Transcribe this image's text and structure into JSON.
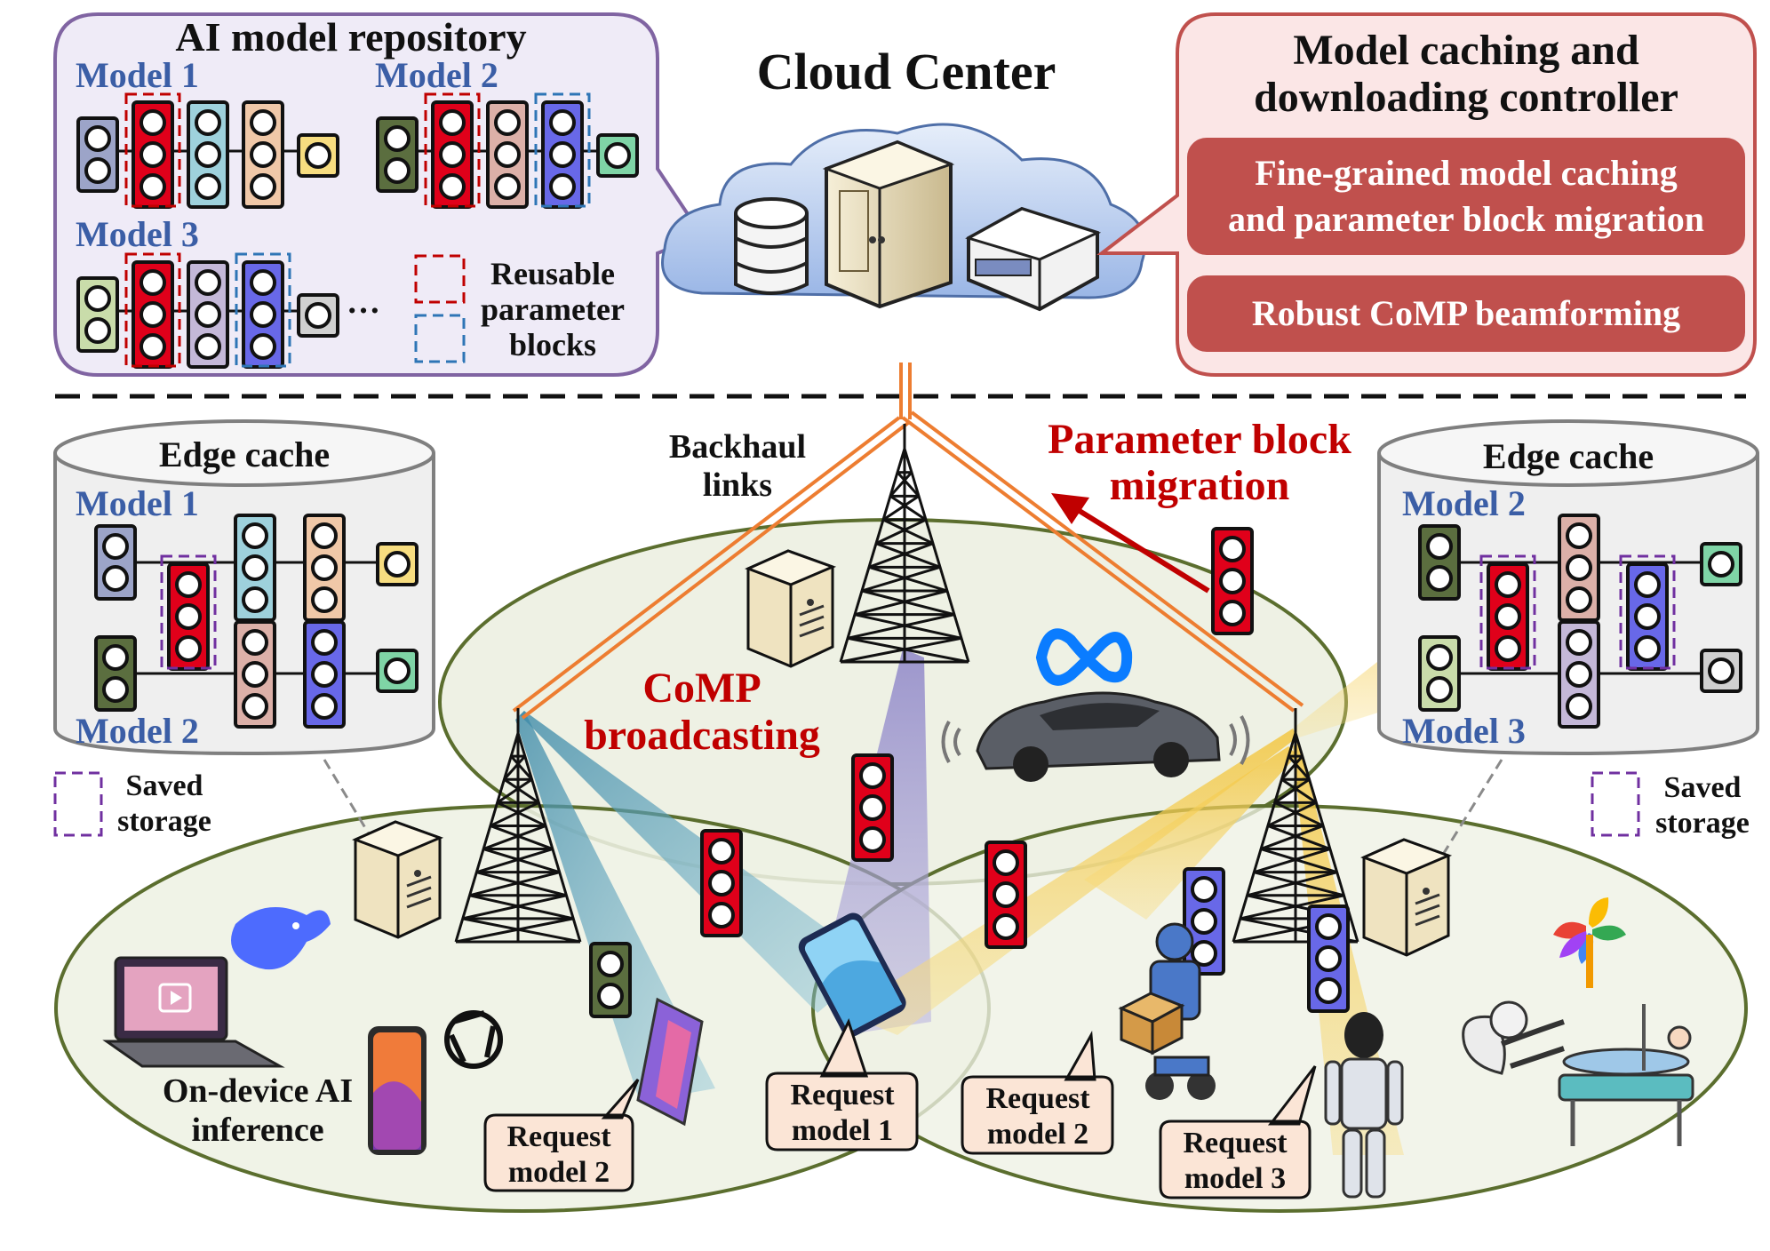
{
  "colors": {
    "red_text": "#c00000",
    "blue_text": "#3b5ea6",
    "controller_fill": "#fbe6e6",
    "controller_button": "#c0504d",
    "repository_fill": "#efebf7",
    "repository_border": "#8064a2",
    "edge_cache_fill": "#efefef",
    "cell_fill": "#eef1e4",
    "cell_border": "#5b6e2e",
    "backhaul": "#ed7d31",
    "callout_fill": "#fbe5d6",
    "reusable_dash": "#c00000",
    "blue_dash": "#2e75b6",
    "saved_dash": "#7030a0",
    "block_red": "#e0001a",
    "block_blue": "#6868e8"
  },
  "cloud": {
    "title": "Cloud Center",
    "icons": [
      "database-icon",
      "server-icon",
      "storage-box-icon"
    ]
  },
  "repository": {
    "title": "AI model repository",
    "model1": "Model 1",
    "model2": "Model 2",
    "model3": "Model 3",
    "ellipsis": "…",
    "legend": [
      "Reusable",
      "parameter",
      "blocks"
    ]
  },
  "controller": {
    "title_line1": "Model caching and",
    "title_line2": "downloading controller",
    "button1_line1": "Fine-grained model caching",
    "button1_line2": "and parameter block migration",
    "button2": "Robust CoMP beamforming"
  },
  "network": {
    "backhaul_line1": "Backhaul",
    "backhaul_line2": "links",
    "migration_line1": "Parameter block",
    "migration_line2": "migration",
    "comp_line1": "CoMP",
    "comp_line2": "broadcasting",
    "on_device_line1": "On-device AI",
    "on_device_line2": "inference"
  },
  "edge_left": {
    "title": "Edge cache",
    "model_top": "Model 1",
    "model_bottom": "Model 2",
    "saved_line1": "Saved",
    "saved_line2": "storage"
  },
  "edge_right": {
    "title": "Edge cache",
    "model_top": "Model 2",
    "model_bottom": "Model 3",
    "saved_line1": "Saved",
    "saved_line2": "storage"
  },
  "requests": [
    {
      "line1": "Request",
      "line2": "model 2"
    },
    {
      "line1": "Request",
      "line2": "model 1"
    },
    {
      "line1": "Request",
      "line2": "model 2"
    },
    {
      "line1": "Request",
      "line2": "model 3"
    }
  ],
  "devices": {
    "icons": [
      "laptop-icon",
      "deepseek-whale-icon",
      "openai-icon",
      "smartphone-icon",
      "foldable-phone-icon",
      "meta-icon",
      "car-icon",
      "delivery-robot-icon",
      "humanoid-robot-icon",
      "gemini-flower-icon",
      "medical-robot-icon"
    ]
  }
}
